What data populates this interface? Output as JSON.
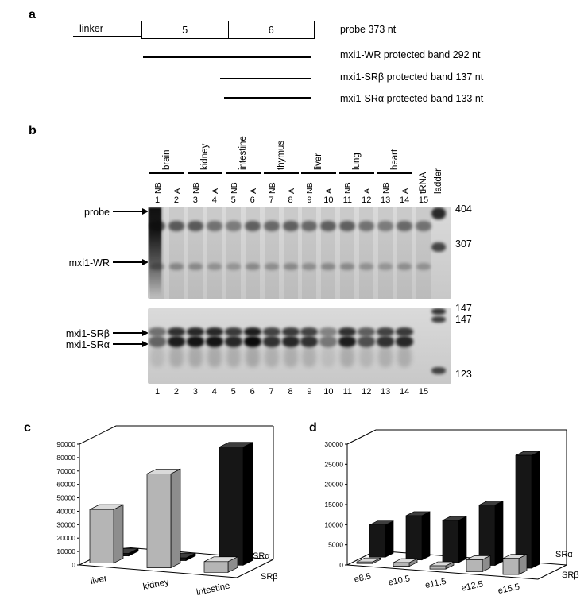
{
  "figure": {
    "panel_a": {
      "label": "a",
      "linker_label": "linker",
      "segment5": "5",
      "segment6": "6",
      "probe_text": "probe 373 nt",
      "wr_text": "mxi1-WR protected band 292 nt",
      "srb_text": "mxi1-SRβ protected band 137 nt",
      "sra_text": "mxi1-SRα protected band 133 nt"
    },
    "panel_b": {
      "label": "b",
      "tissues": [
        {
          "name": "brain",
          "lanes": [
            1,
            2
          ]
        },
        {
          "name": "kidney",
          "lanes": [
            3,
            4
          ]
        },
        {
          "name": "intestine",
          "lanes": [
            5,
            6
          ]
        },
        {
          "name": "thymus",
          "lanes": [
            7,
            8
          ]
        },
        {
          "name": "liver",
          "lanes": [
            9,
            10
          ]
        },
        {
          "name": "lung",
          "lanes": [
            11,
            12
          ]
        },
        {
          "name": "heart",
          "lanes": [
            13,
            14
          ]
        },
        {
          "name": "tRNA",
          "lanes": [
            15
          ]
        }
      ],
      "lane_types": [
        "NB",
        "A",
        "NB",
        "A",
        "NB",
        "A",
        "NB",
        "A",
        "NB",
        "A",
        "NB",
        "A",
        "NB",
        "A",
        ""
      ],
      "lane_numbers": [
        "1",
        "2",
        "3",
        "4",
        "5",
        "6",
        "7",
        "8",
        "9",
        "10",
        "11",
        "12",
        "13",
        "14",
        "15"
      ],
      "ladder_label": "ladder",
      "row_labels": {
        "probe": "probe",
        "wr": "mxi1-WR",
        "srb": "mxi1-SRβ",
        "sra": "mxi1-SRα"
      },
      "markers_top": [
        "404",
        "307"
      ],
      "markers_bottom": [
        "147",
        "147",
        "123"
      ],
      "gel_top": {
        "probe_band": [
          0.62,
          0.58,
          0.58,
          0.45,
          0.4,
          0.55,
          0.5,
          0.55,
          0.5,
          0.55,
          0.55,
          0.45,
          0.4,
          0.5,
          0.45
        ],
        "wr_band": [
          0.3,
          0.32,
          0.3,
          0.26,
          0.24,
          0.3,
          0.28,
          0.3,
          0.28,
          0.3,
          0.3,
          0.26,
          0.24,
          0.28,
          0.26
        ],
        "ladder": [
          0.85,
          0.7
        ]
      },
      "gel_bottom": {
        "band": [
          0.55,
          0.9,
          0.95,
          0.95,
          0.85,
          1.0,
          0.8,
          0.85,
          0.8,
          0.45,
          0.9,
          0.65,
          0.8,
          0.85,
          0
        ],
        "ladder": [
          0.8,
          0.75,
          0.7
        ]
      }
    },
    "panel_c_label": "c",
    "panel_d_label": "d"
  },
  "chart_data": [
    {
      "type": "bar",
      "panel": "c",
      "projection": "3d",
      "categories": [
        "liver",
        "kidney",
        "intestine"
      ],
      "series": [
        {
          "name": "SRα",
          "color": "#111111",
          "values": [
            2000,
            2000,
            88000
          ]
        },
        {
          "name": "SRβ",
          "color": "#b3b3b3",
          "values": [
            40000,
            70000,
            8000
          ]
        }
      ],
      "ylim": [
        0,
        90000
      ],
      "ytick_step": 10000,
      "grid": false,
      "legend_position": "right"
    },
    {
      "type": "bar",
      "panel": "d",
      "projection": "3d",
      "categories": [
        "e8.5",
        "e10.5",
        "e11.5",
        "e12.5",
        "e15.5"
      ],
      "series": [
        {
          "name": "SRα",
          "color": "#111111",
          "values": [
            8000,
            11000,
            10500,
            15000,
            28000
          ]
        },
        {
          "name": "SRβ",
          "color": "#b3b3b3",
          "values": [
            400,
            900,
            800,
            3000,
            4000
          ]
        }
      ],
      "ylim": [
        0,
        30000
      ],
      "ytick_step": 5000,
      "grid": false,
      "legend_position": "right"
    }
  ]
}
